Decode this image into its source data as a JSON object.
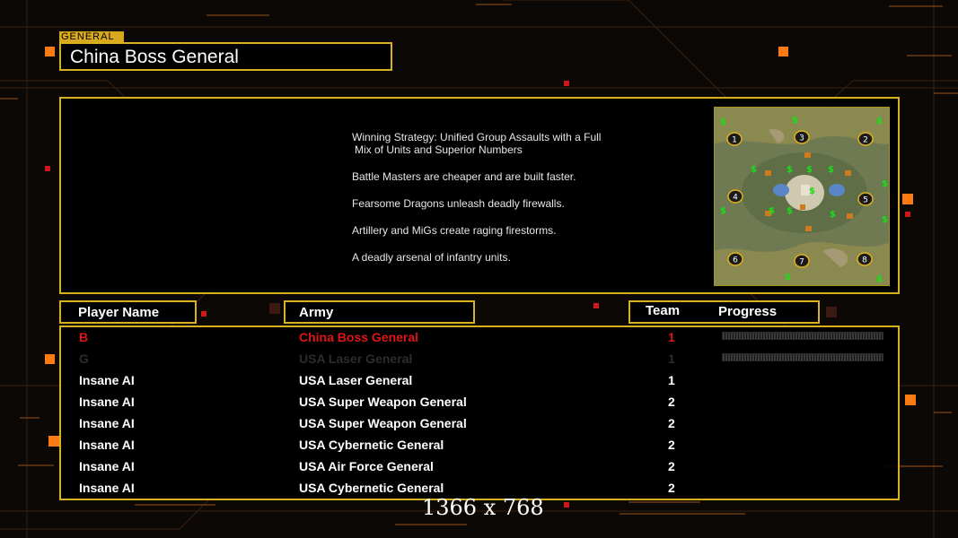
{
  "header": {
    "tag": "GENERAL",
    "title": "China Boss General"
  },
  "strategy": {
    "lines": [
      "Winning Strategy: Unified Group Assaults with a Full",
      "Mix of Units and Superior Numbers",
      "Battle Masters are cheaper and are built faster.",
      "Fearsome Dragons unleash deadly firewalls.",
      "Artillery and MiGs create raging firestorms.",
      "A deadly arsenal of infantry units."
    ]
  },
  "minimap": {
    "start_positions": [
      "1",
      "2",
      "3",
      "4",
      "5",
      "6",
      "7",
      "8"
    ],
    "supply_icon": "$"
  },
  "table": {
    "headers": {
      "player": "Player Name",
      "army": "Army",
      "team": "Team",
      "progress": "Progress"
    },
    "rows": [
      {
        "player": "B",
        "army": "China Boss General",
        "team": "1",
        "style": "red",
        "progress": true
      },
      {
        "player": "G",
        "army": "USA Laser General",
        "team": "1",
        "style": "dim",
        "progress": true
      },
      {
        "player": "Insane AI",
        "army": "USA Laser General",
        "team": "1",
        "style": "normal",
        "progress": false
      },
      {
        "player": "Insane AI",
        "army": "USA Super Weapon General",
        "team": "2",
        "style": "normal",
        "progress": false
      },
      {
        "player": "Insane AI",
        "army": "USA Super Weapon General",
        "team": "2",
        "style": "normal",
        "progress": false
      },
      {
        "player": "Insane AI",
        "army": "USA Cybernetic General",
        "team": "2",
        "style": "normal",
        "progress": false
      },
      {
        "player": "Insane AI",
        "army": "USA Air Force General",
        "team": "2",
        "style": "normal",
        "progress": false
      },
      {
        "player": "Insane AI",
        "army": "USA Cybernetic General",
        "team": "2",
        "style": "normal",
        "progress": false
      }
    ]
  },
  "resolution_label": "1366 x 768",
  "colors": {
    "accent": "#d8b21e",
    "tag_bg": "#d8a91c",
    "player_red": "#e01414",
    "deco_orange": "#ff7a10"
  }
}
